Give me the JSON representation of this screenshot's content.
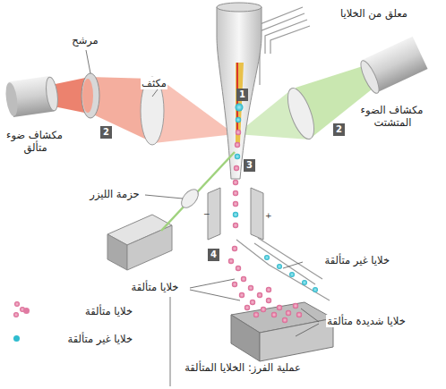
{
  "diagram": {
    "caption": "عملية الفرز: الخلايا المتألقة",
    "labels": [
      "معلق من الخلايا",
      "1",
      "مرشح",
      "مكثف",
      "مكشاف ضوء متألق",
      "2",
      "مكشاف الضوء المتشتت",
      "2",
      "3",
      "حزمة الليزر",
      "4",
      "خلايا غير متألقة",
      "خلايا متألقة",
      "خلايا شديدة متألقة"
    ],
    "legend": [
      {
        "text": "خلايا متألقة",
        "color": "#e07aa2"
      },
      {
        "text": "خلايا غير متألقة",
        "color": "#2fbccf"
      }
    ]
  }
}
